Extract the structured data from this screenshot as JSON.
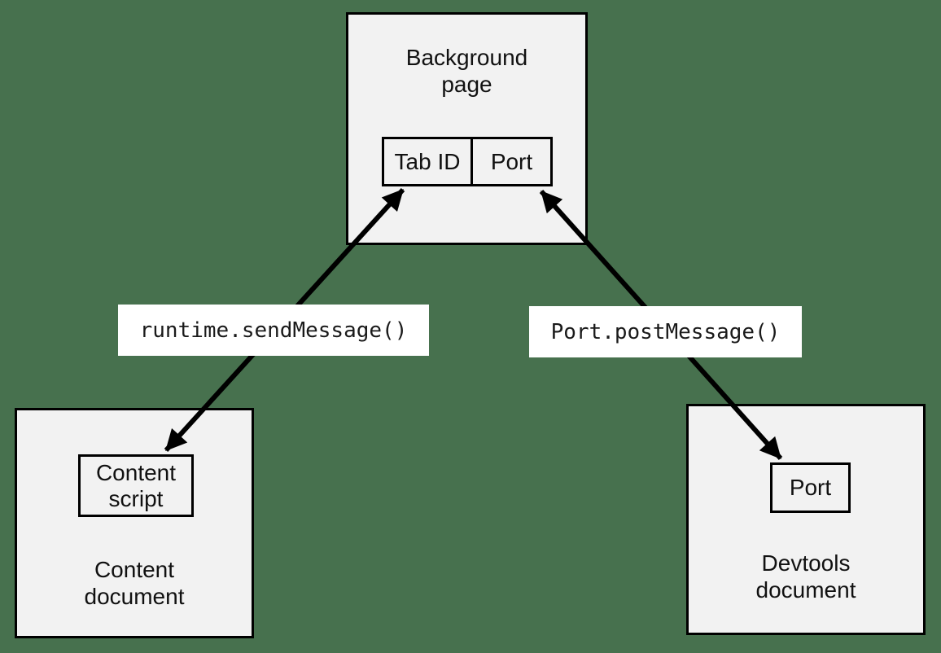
{
  "colors": {
    "page_background": "#47714E",
    "node_fill": "#F2F2F2",
    "node_border": "#000000",
    "edge_label_background": "#FFFFFF",
    "arrow": "#000000",
    "text": "#111111"
  },
  "nodes": {
    "background_page": {
      "label": "Background page",
      "cells": [
        "Tab ID",
        "Port"
      ]
    },
    "content_document": {
      "label": "Content document",
      "inner": "Content script"
    },
    "devtools_document": {
      "label": "Devtools document",
      "inner": "Port"
    }
  },
  "edges": [
    {
      "label": "runtime.sendMessage()",
      "from": "Content script",
      "to": "Tab ID",
      "direction": "bidirectional"
    },
    {
      "label": "Port.postMessage()",
      "from": "Port (Devtools document)",
      "to": "Port (Background page)",
      "direction": "bidirectional"
    }
  ]
}
